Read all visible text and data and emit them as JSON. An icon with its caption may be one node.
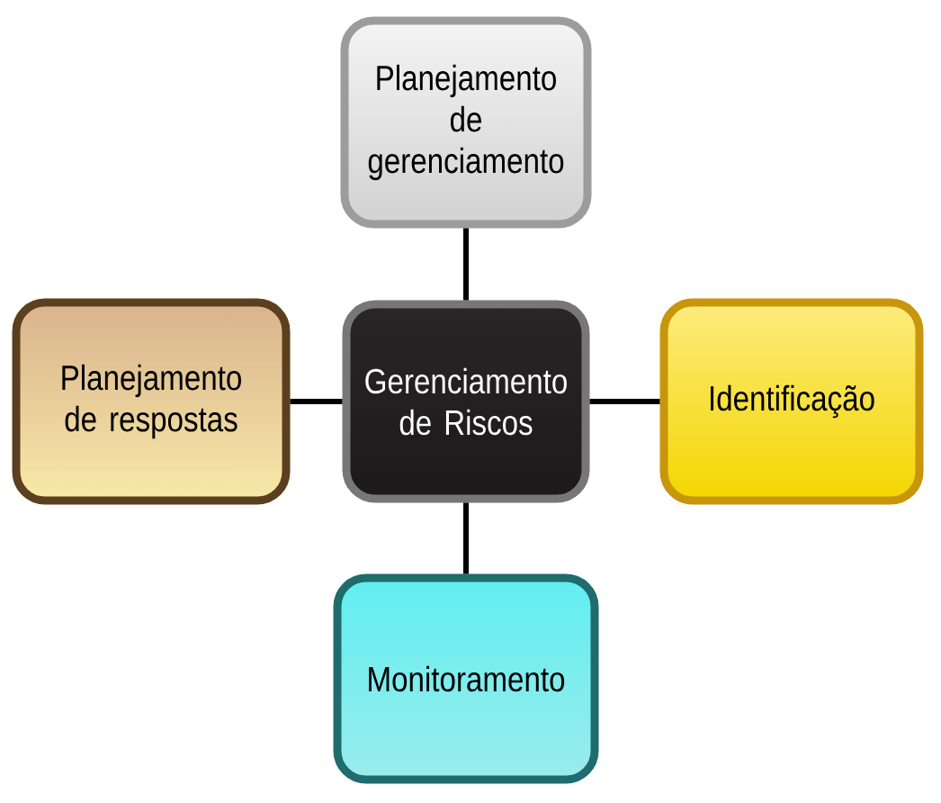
{
  "diagram": {
    "nodes": [
      {
        "text": [
          "Planejamento de gerenciamento"
        ]
      },
      {
        "text": [
          "Planejamento de respostas"
        ]
      },
      {
        "text": [
          "Gerenciamento de Riscos"
        ]
      },
      {
        "text": [
          "Identificação"
        ]
      },
      {
        "text": [
          "Monitoramento"
        ]
      }
    ],
    "edges": [
      {
        "from": 2,
        "to": 0,
        "arrow": "none"
      },
      {
        "from": 2,
        "to": 1,
        "arrow": "none"
      },
      {
        "from": 2,
        "to": 3,
        "arrow": "none"
      },
      {
        "from": 2,
        "to": 4,
        "arrow": "none"
      }
    ]
  }
}
